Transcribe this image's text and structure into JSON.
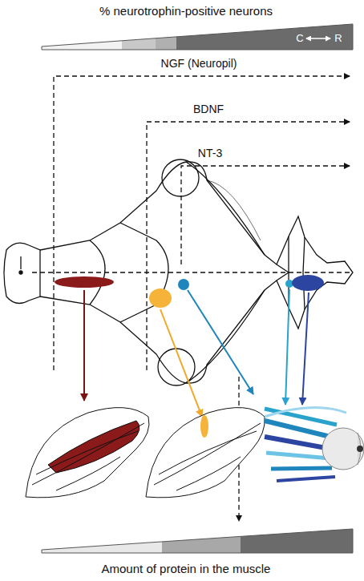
{
  "diagram": {
    "labels": [
      "% neurotrophin-positive neurons",
      "C",
      "R",
      "NGF (Neuropil)",
      "BDNF",
      "NT-3",
      "Amount of protein in the muscle"
    ]
  }
}
